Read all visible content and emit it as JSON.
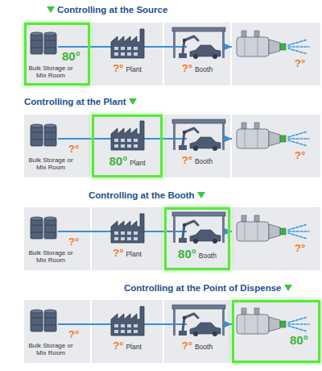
{
  "diagram": {
    "nodes": [
      {
        "text": [
          "Bulk Storage or Mix Room",
          "80°"
        ]
      },
      {
        "text": [
          "?°",
          "Plant"
        ]
      },
      {
        "text": [
          "?°",
          "Booth"
        ]
      },
      {
        "text": [
          "?°"
        ]
      },
      {
        "text": [
          "Bulk Storage or Mix Room",
          "?°"
        ]
      },
      {
        "text": [
          "80°",
          "Plant"
        ]
      },
      {
        "text": [
          "?°",
          "Booth"
        ]
      },
      {
        "text": [
          "?°"
        ]
      },
      {
        "text": [
          "Bulk Storage or Mix Room",
          "?°"
        ]
      },
      {
        "text": [
          "?°",
          "Plant"
        ]
      },
      {
        "text": [
          "80°",
          "Booth"
        ]
      },
      {
        "text": [
          "?°"
        ]
      },
      {
        "text": [
          "Bulk Storage or Mix Room",
          "?°"
        ]
      },
      {
        "text": [
          "?°",
          "Plant"
        ]
      },
      {
        "text": [
          "?°",
          "Booth"
        ]
      },
      {
        "text": [
          "80°"
        ]
      }
    ],
    "edges": [
      {
        "from": 0,
        "to": 1,
        "arrow": "none"
      },
      {
        "from": 1,
        "to": 2,
        "arrow": "none"
      },
      {
        "from": 2,
        "to": 3,
        "arrow": "to"
      },
      {
        "from": 4,
        "to": 5,
        "arrow": "none"
      },
      {
        "from": 5,
        "to": 6,
        "arrow": "none"
      },
      {
        "from": 6,
        "to": 7,
        "arrow": "to"
      },
      {
        "from": 8,
        "to": 9,
        "arrow": "none"
      },
      {
        "from": 9,
        "to": 10,
        "arrow": "none"
      },
      {
        "from": 10,
        "to": 11,
        "arrow": "to"
      },
      {
        "from": 12,
        "to": 13,
        "arrow": "none"
      },
      {
        "from": 13,
        "to": 14,
        "arrow": "none"
      },
      {
        "from": 14,
        "to": 15,
        "arrow": "to"
      }
    ],
    "labels": [
      "Controlling at the Source",
      "Controlling at the Plant",
      "Controlling at the Booth",
      "Controlling at the Point of Dispense"
    ]
  }
}
